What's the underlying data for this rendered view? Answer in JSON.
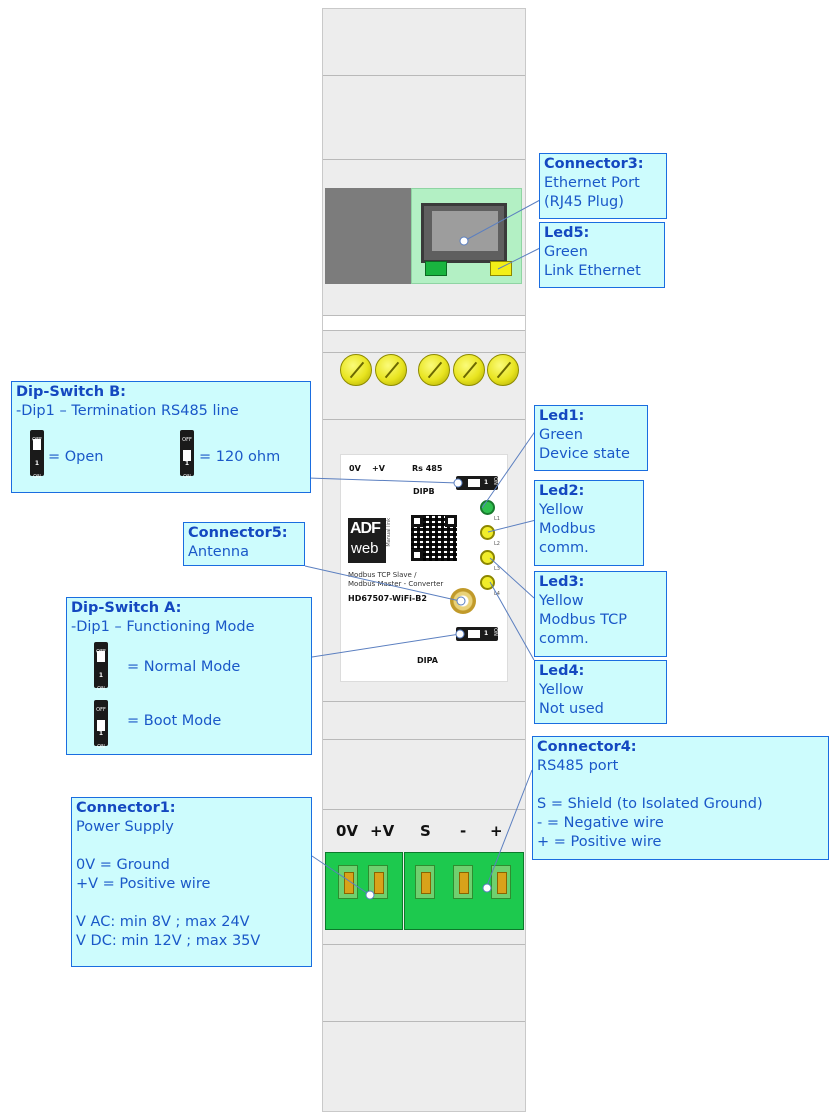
{
  "callouts": {
    "connector3": {
      "title": "Connector3:",
      "lines": [
        "Ethernet Port",
        "(RJ45 Plug)"
      ]
    },
    "led5": {
      "title": "Led5:",
      "lines": [
        "Green",
        "Link Ethernet"
      ]
    },
    "dipswitch_b": {
      "title": "Dip-Switch B:",
      "line": "-Dip1 – Termination RS485 line",
      "open": "= Open",
      "ohm": "= 120 ohm"
    },
    "led1": {
      "title": "Led1:",
      "lines": [
        "Green",
        "Device state"
      ]
    },
    "led2": {
      "title": "Led2:",
      "lines": [
        "Yellow",
        "Modbus",
        "comm."
      ]
    },
    "connector5": {
      "title": "Connector5:",
      "lines": [
        "Antenna"
      ]
    },
    "dipswitch_a": {
      "title": "Dip-Switch A:",
      "line": "-Dip1 – Functioning Mode",
      "normal": "= Normal Mode",
      "boot": "= Boot Mode"
    },
    "led3": {
      "title": "Led3:",
      "lines": [
        "Yellow",
        "Modbus TCP",
        "comm."
      ]
    },
    "led4": {
      "title": "Led4:",
      "lines": [
        "Yellow",
        "Not used"
      ]
    },
    "connector4": {
      "title": "Connector4:",
      "lines": [
        "RS485 port",
        "",
        "S = Shield (to Isolated Ground)",
        "- = Negative wire",
        "+ = Positive wire"
      ]
    },
    "connector1": {
      "title": "Connector1:",
      "lines": [
        "Power Supply",
        "",
        "0V = Ground",
        "+V = Positive wire",
        "",
        "V AC: min 8V ; max 24V",
        "V DC: min 12V ; max 35V"
      ]
    }
  },
  "device": {
    "label_0v": "0V",
    "label_v": "+V",
    "label_rs485": "Rs 485",
    "label_dipb": "DIPB",
    "label_dipa": "DIPA",
    "brand_top": "ADF",
    "brand_bottom": "web",
    "manual_link": "Manual link",
    "product_line1": "Modbus TCP Slave /",
    "product_line2": "Modbus Master - Converter",
    "model": "HD67507-WiFi-B2",
    "led_l1": "L1",
    "led_l2": "L2",
    "led_l3": "L3",
    "led_l4": "L4",
    "term_0v": "0V",
    "term_v": "+V",
    "term_s": "S",
    "term_minus": "-",
    "term_plus": "+"
  },
  "dip_text": {
    "off": "OFF",
    "on": "ON",
    "one": "1"
  },
  "colors": {
    "callout_fill": "#cdfcfd",
    "callout_border": "#1a6de0",
    "callout_text": "#1a58c8",
    "led_green": "#2fbf4f",
    "led_yellow": "#f0ec2a",
    "terminal_green": "#1dc94e"
  }
}
